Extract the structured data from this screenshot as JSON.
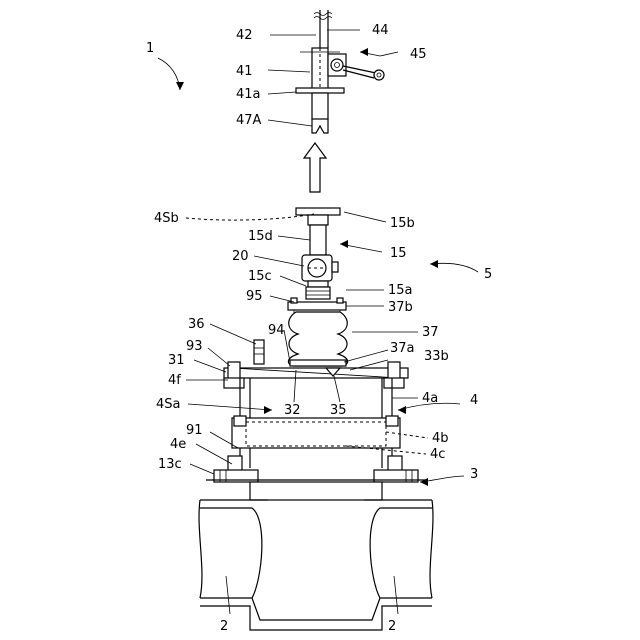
{
  "labels": {
    "l1": "1",
    "l42": "42",
    "l44": "44",
    "l45": "45",
    "l41": "41",
    "l41a": "41a",
    "l47A": "47A",
    "l4Sb": "4Sb",
    "l15b": "15b",
    "l15d": "15d",
    "l15": "15",
    "l20": "20",
    "l5": "5",
    "l15c": "15c",
    "l15a": "15a",
    "l95": "95",
    "l37b": "37b",
    "l36": "36",
    "l94": "94",
    "l37": "37",
    "l93": "93",
    "l37a": "37a",
    "l31": "31",
    "l33b": "33b",
    "l4f": "4f",
    "l32": "32",
    "l35": "35",
    "l4Sa": "4Sa",
    "l4a": "4a",
    "l4": "4",
    "l91": "91",
    "l4b": "4b",
    "l4e": "4e",
    "l4c": "4c",
    "l13c": "13c",
    "l3": "3",
    "l2left": "2",
    "l2right": "2"
  }
}
